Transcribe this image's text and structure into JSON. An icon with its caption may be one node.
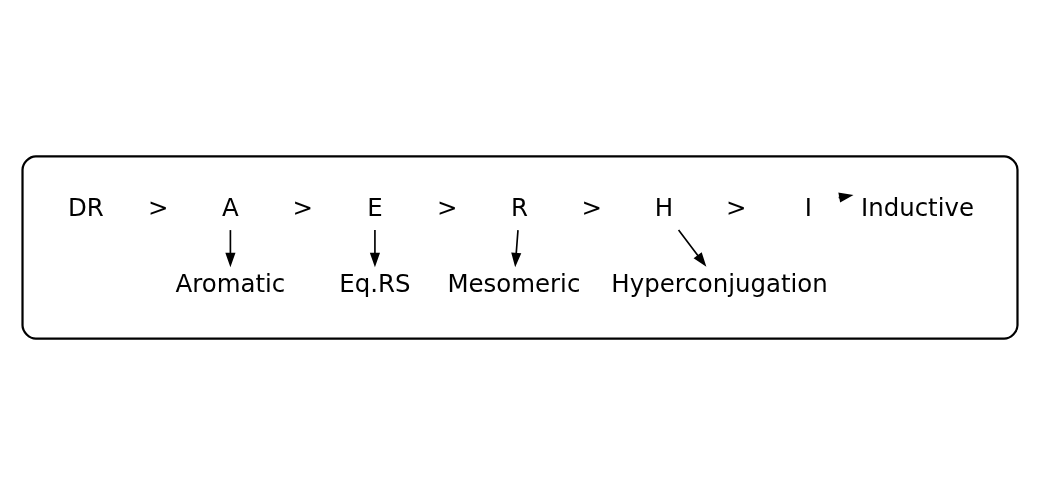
{
  "diagram": {
    "nodes": [
      {
        "text": [],
        "shape": "ellipse"
      },
      {
        "text": [
          "Aromatic"
        ],
        "in": 0
      },
      {
        "text": [
          "Mesomeric"
        ],
        "in": 0
      },
      {
        "text": [
          "DR"
        ],
        "in": 0
      },
      {
        "text": [
          "A"
        ],
        "in": 0
      },
      {
        "text": [
          "E"
        ],
        "in": 0
      },
      {
        "text": [
          "R"
        ],
        "in": 0
      },
      {
        "text": [
          "H"
        ],
        "in": 0
      },
      {
        "text": [
          "I"
        ],
        "in": 0
      },
      {
        "text": [
          "Inductive"
        ],
        "in": 0
      },
      {
        "text": [
          "Eq.RS"
        ],
        "in": 0
      },
      {
        "text": [
          "Hyperconjugation"
        ],
        "in": 0
      }
    ],
    "edges": [
      {
        "from": 4,
        "to": 1,
        "arrow": "to"
      },
      {
        "from": 6,
        "to": 2,
        "arrow": "to"
      },
      {
        "from": 8,
        "to": 9,
        "arrow": "to"
      },
      {
        "from": 5,
        "to": 10,
        "arrow": "to"
      },
      {
        "from": 7,
        "to": 11,
        "arrow": "to"
      }
    ],
    "labels": [
      ">",
      ">",
      ">",
      ">",
      ">"
    ]
  }
}
